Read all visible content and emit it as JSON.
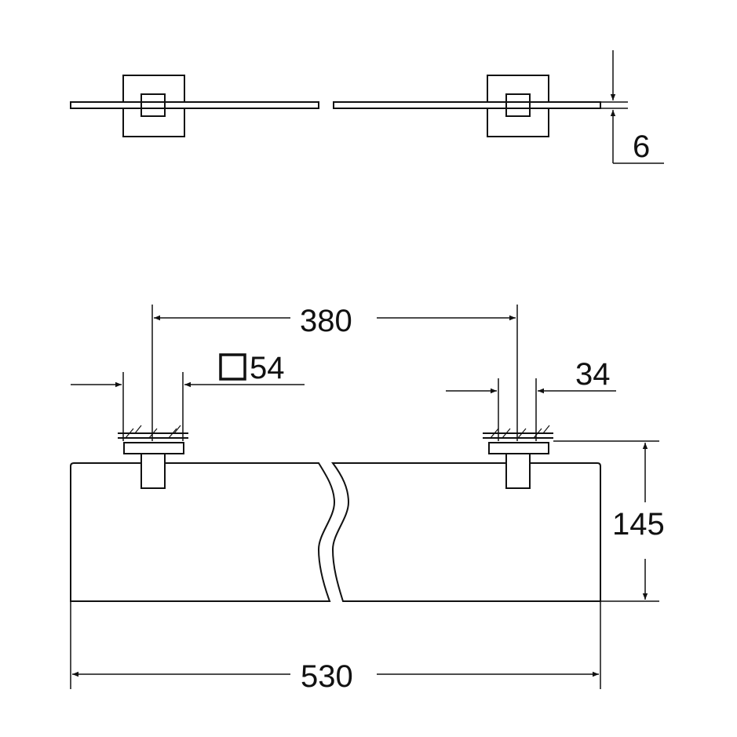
{
  "drawing": {
    "dim_thickness": "6",
    "dim_center_spacing": "380",
    "dim_base_square": "54",
    "dim_base_depth": "34",
    "dim_depth": "145",
    "dim_total_width": "530"
  }
}
